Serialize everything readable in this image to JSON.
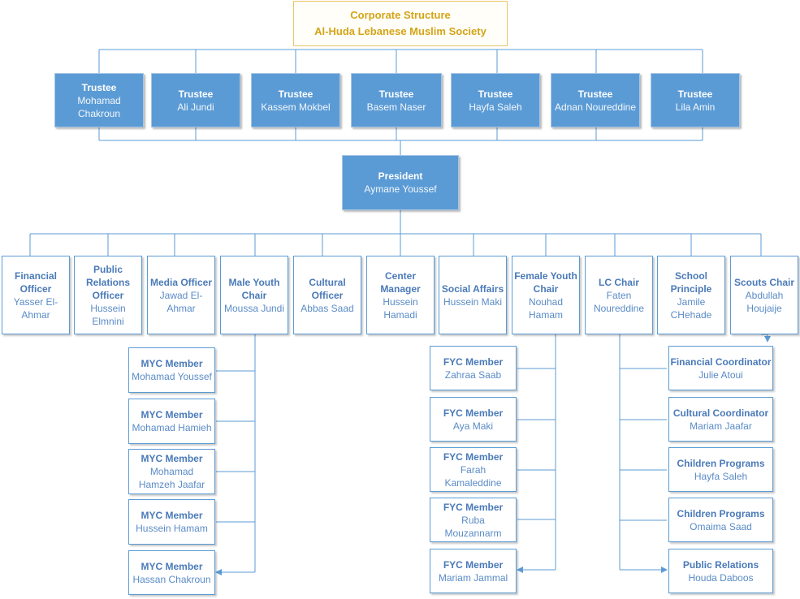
{
  "title": {
    "line1": "Corporate Structure",
    "line2": "Al-Huda Lebanese Muslim Society"
  },
  "colors": {
    "title_border": "#e9c46a",
    "title_text": "#d4a418",
    "box_fill": "#5b9bd5",
    "connector": "#5b9bd5",
    "member_text": "#4a7ab8"
  },
  "trustees": [
    {
      "role": "Trustee",
      "name": "Mohamad Chakroun"
    },
    {
      "role": "Trustee",
      "name": "Ali Jundi"
    },
    {
      "role": "Trustee",
      "name": "Kassem Mokbel"
    },
    {
      "role": "Trustee",
      "name": "Basem Naser"
    },
    {
      "role": "Trustee",
      "name": "Hayfa Saleh"
    },
    {
      "role": "Trustee",
      "name": "Adnan Noureddine"
    },
    {
      "role": "Trustee",
      "name": "Lila Amin"
    }
  ],
  "president": {
    "role": "President",
    "name": "Aymane Youssef"
  },
  "officers": [
    {
      "role": "Financial Officer",
      "name": "Yasser El-Ahmar"
    },
    {
      "role": "Public Relations Officer",
      "name": "Hussein Elmnini"
    },
    {
      "role": "Media Officer",
      "name": "Jawad El-Ahmar"
    },
    {
      "role": "Male Youth Chair",
      "name": "Moussa Jundi"
    },
    {
      "role": "Cultural Officer",
      "name": "Abbas Saad"
    },
    {
      "role": "Center Manager",
      "name": "Hussein Hamadi"
    },
    {
      "role": "Social Affairs",
      "name": "Hussein Maki"
    },
    {
      "role": "Female Youth Chair",
      "name": "Nouhad Hamam"
    },
    {
      "role": "LC Chair",
      "name": "Faten Noureddine"
    },
    {
      "role": "School Principle",
      "name": "Jamile CHehade"
    },
    {
      "role": "Scouts Chair",
      "name": "Abdullah Houjaije"
    }
  ],
  "myc_members": [
    {
      "role": "MYC Member",
      "name": "Mohamad Youssef"
    },
    {
      "role": "MYC Member",
      "name": "Mohamad Hamieh"
    },
    {
      "role": "MYC Member",
      "name": "Mohamad Hamzeh Jaafar"
    },
    {
      "role": "MYC Member",
      "name": "Hussein Hamam"
    },
    {
      "role": "MYC Member",
      "name": "Hassan Chakroun"
    }
  ],
  "fyc_members": [
    {
      "role": "FYC Member",
      "name": "Zahraa Saab"
    },
    {
      "role": "FYC Member",
      "name": "Aya Maki"
    },
    {
      "role": "FYC Member",
      "name": "Farah Kamaleddine"
    },
    {
      "role": "FYC Member",
      "name": "Ruba Mouzannarm"
    },
    {
      "role": "FYC Member",
      "name": "Mariam Jammal"
    }
  ],
  "coordinators": [
    {
      "role": "Financial Coordinator",
      "name": "Julie Atoui"
    },
    {
      "role": "Cultural Coordinator",
      "name": "Mariam Jaafar"
    },
    {
      "role": "Children Programs",
      "name": "Hayfa Saleh"
    },
    {
      "role": "Children Programs",
      "name": "Omaima Saad"
    },
    {
      "role": "Public Relations",
      "name": "Houda Daboos"
    }
  ]
}
